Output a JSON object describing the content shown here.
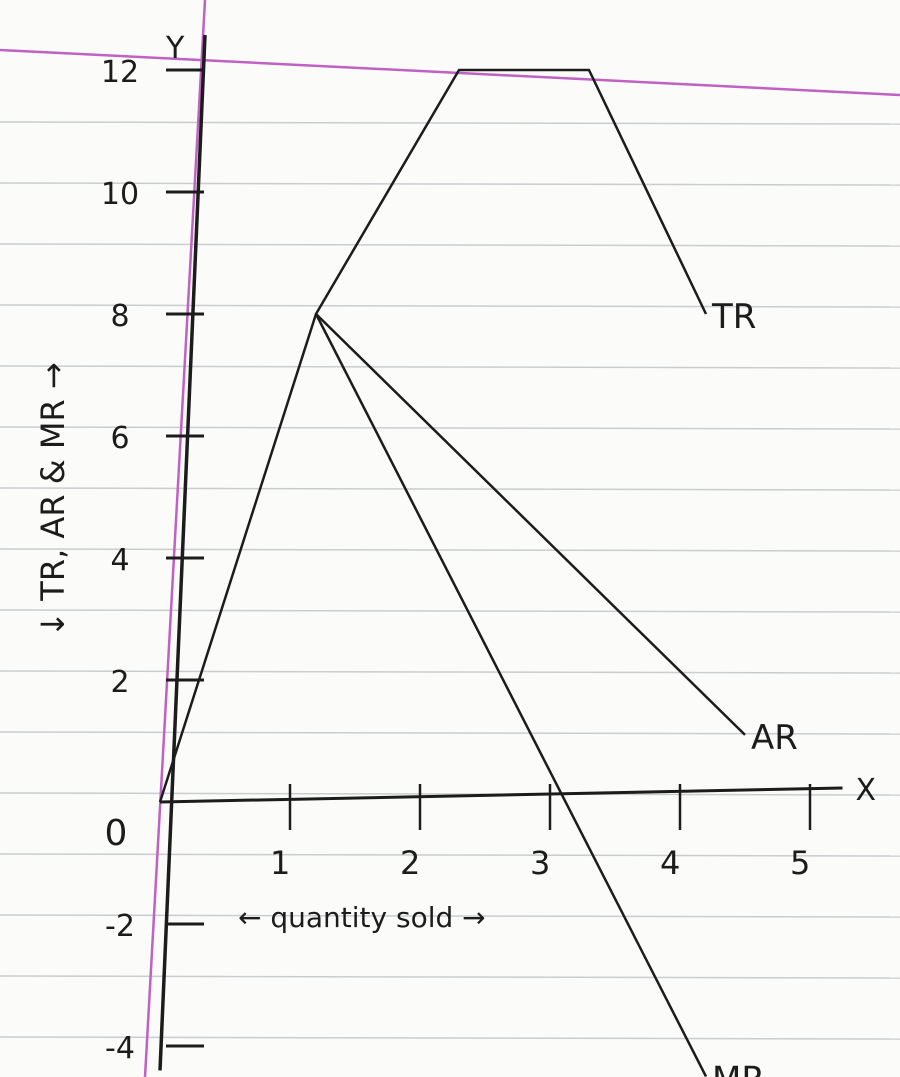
{
  "chart_data": {
    "type": "line",
    "title": "",
    "xlabel": "← quantity sold →",
    "ylabel": "↓ TR, AR & MR →",
    "x_axis_letter": "X",
    "y_axis_letter": "Y",
    "origin_label": "0",
    "xlim": [
      0,
      5
    ],
    "ylim": [
      -4,
      12
    ],
    "x_ticks": [
      {
        "value": 1,
        "label": "1"
      },
      {
        "value": 2,
        "label": "2"
      },
      {
        "value": 3,
        "label": "3"
      },
      {
        "value": 4,
        "label": "4"
      },
      {
        "value": 5,
        "label": "5"
      }
    ],
    "y_ticks": [
      {
        "value": 12,
        "label": "12"
      },
      {
        "value": 10,
        "label": "10"
      },
      {
        "value": 8,
        "label": "8"
      },
      {
        "value": 6,
        "label": "6"
      },
      {
        "value": 4,
        "label": "4"
      },
      {
        "value": 2,
        "label": "2"
      },
      {
        "value": -2,
        "label": "-2"
      },
      {
        "value": -4,
        "label": "-4"
      }
    ],
    "series": [
      {
        "name": "TR",
        "x": [
          0,
          1.2,
          2.3,
          3.3,
          4.2
        ],
        "y": [
          0,
          8,
          12,
          12,
          8
        ]
      },
      {
        "name": "AR",
        "x": [
          1.2,
          4.5
        ],
        "y": [
          8,
          1.1
        ]
      },
      {
        "name": "MR",
        "x": [
          1.2,
          4.2
        ],
        "y": [
          8,
          -4.5
        ]
      }
    ],
    "grid": false,
    "legend": "labels at line ends",
    "colors": {
      "ink": "#1c1c1c",
      "margin_line": "#c061c4",
      "ruled_line": "#c9cdd2",
      "paper": "#fbfbf9"
    }
  }
}
